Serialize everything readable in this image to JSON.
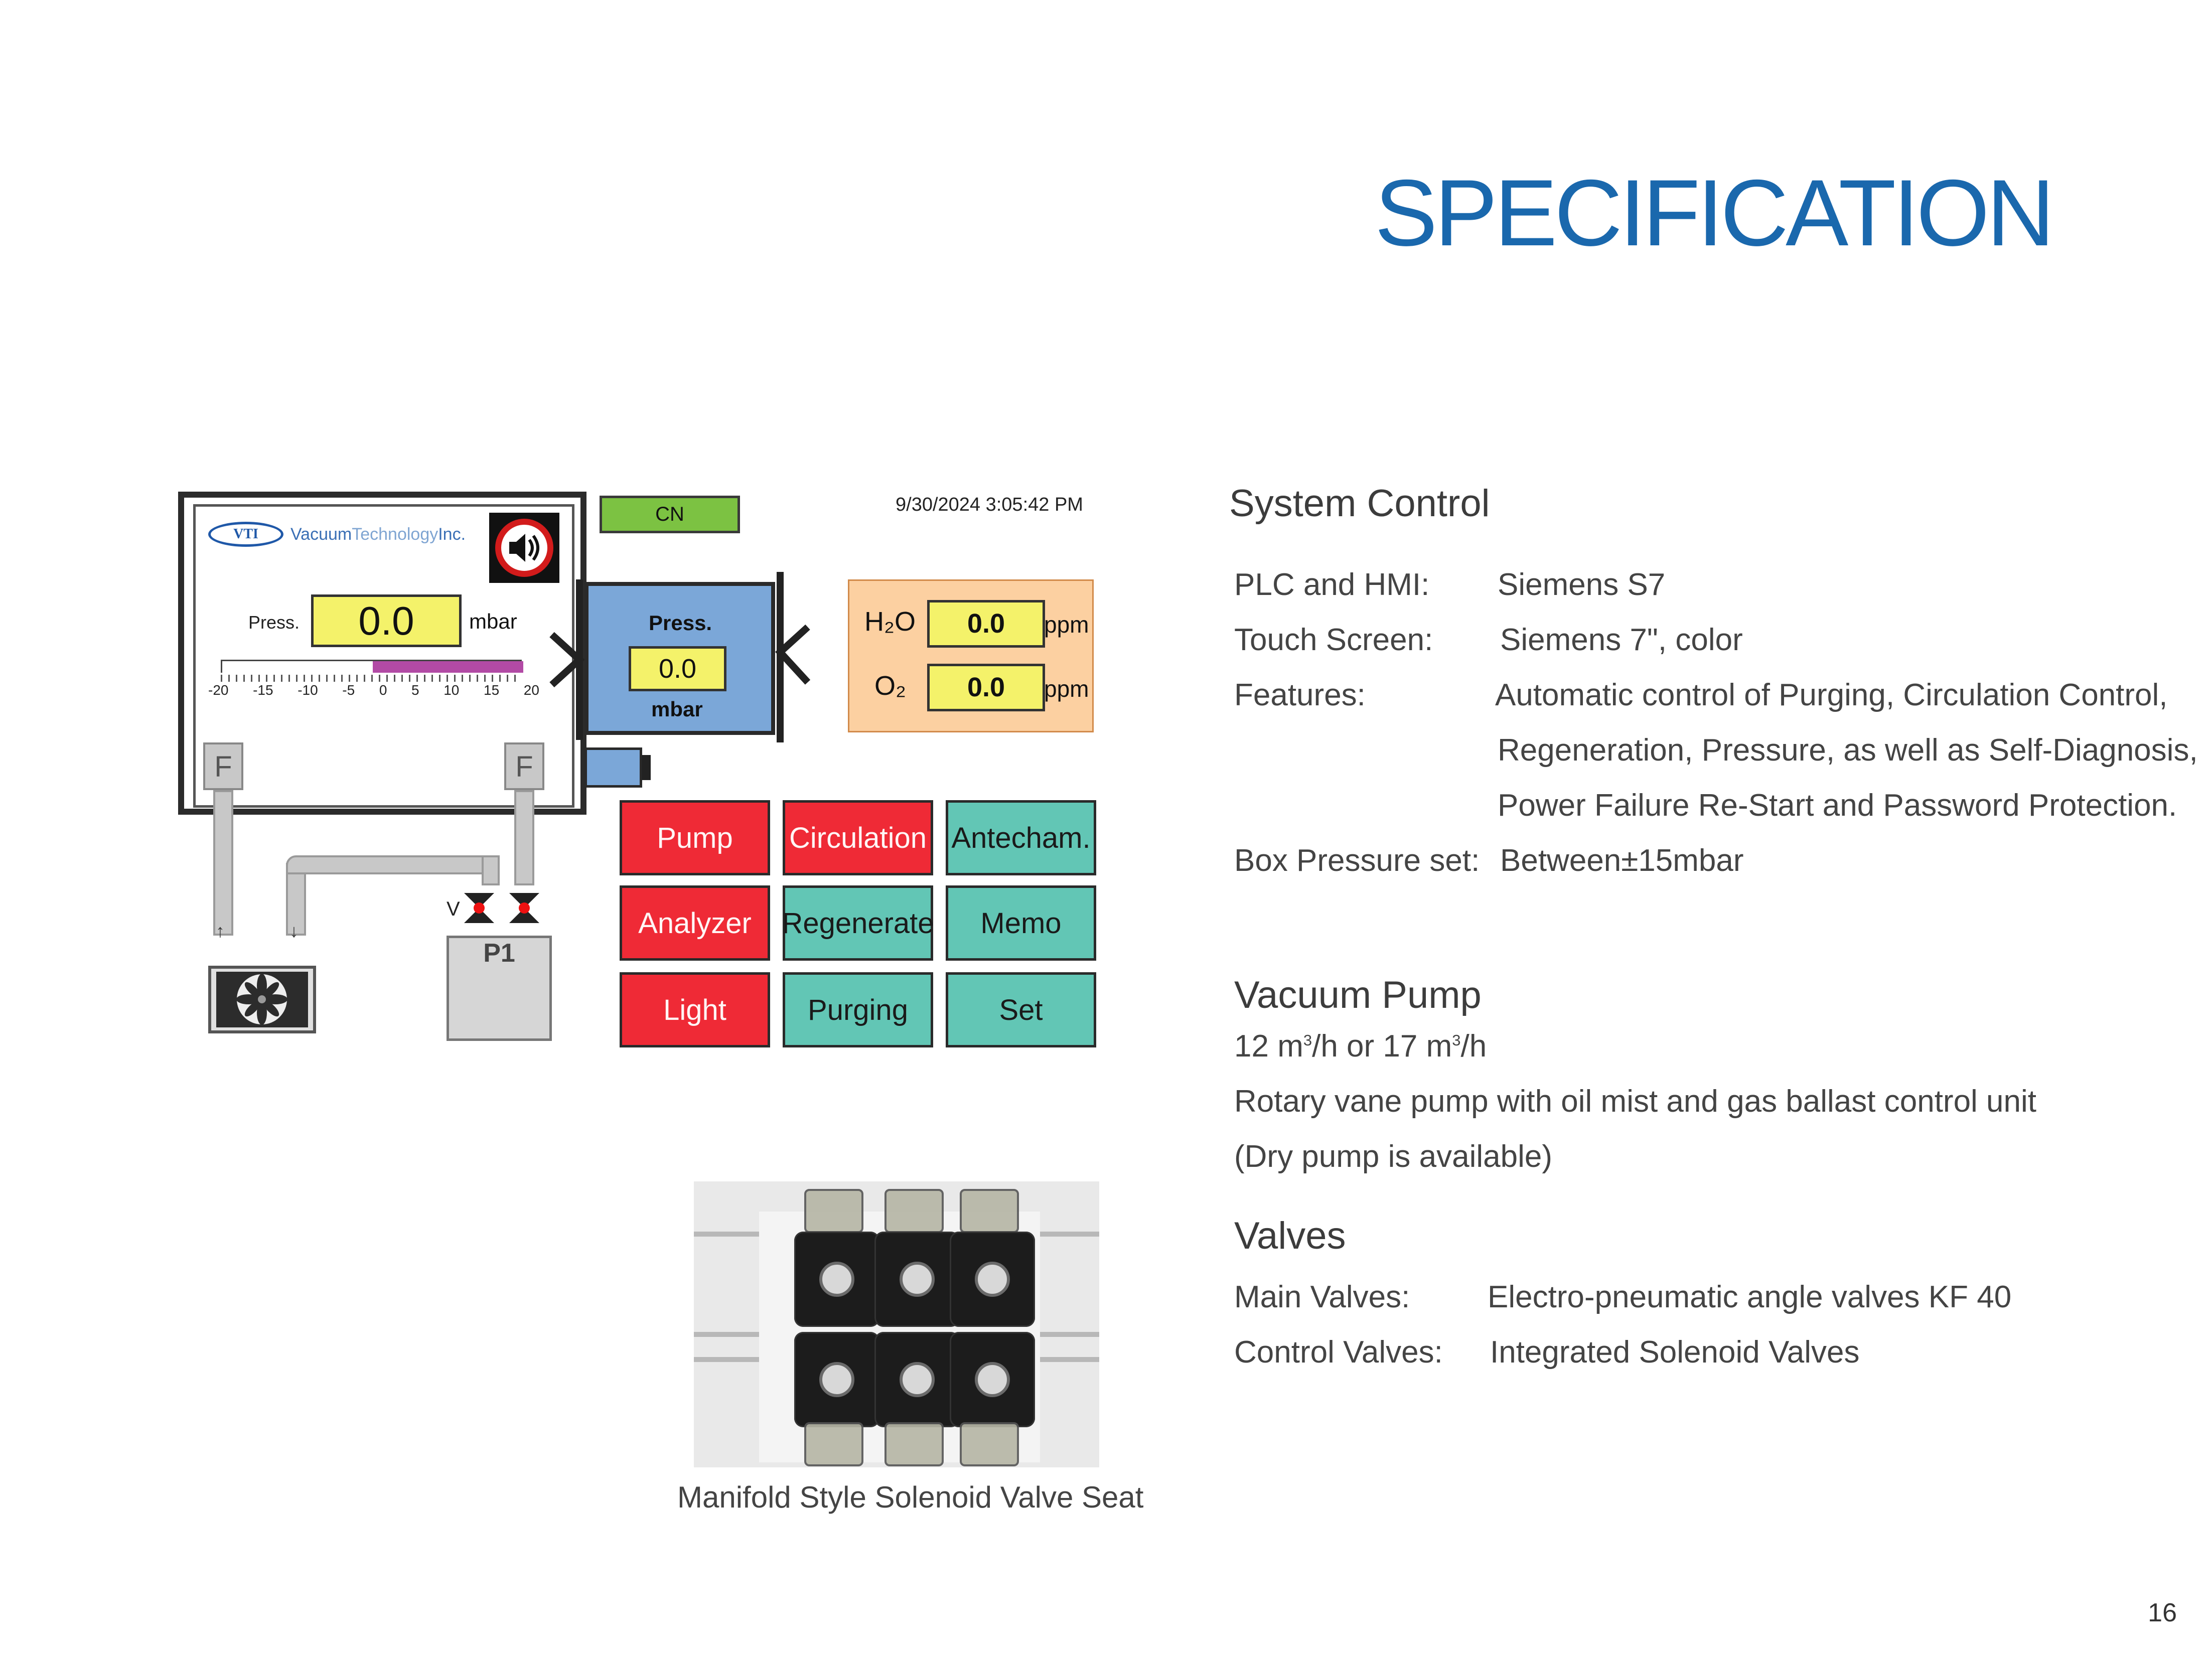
{
  "page": {
    "title": "SPECIFICATION",
    "number": "16"
  },
  "system_control": {
    "heading": "System Control",
    "rows": [
      {
        "label": "PLC and HMI:",
        "value": "Siemens S7"
      },
      {
        "label": "Touch Screen:",
        "value": "Siemens 7\", color"
      },
      {
        "label": "Features:",
        "value": "Automatic control of Purging, Circulation Control,"
      },
      {
        "label": "",
        "value": "Regeneration, Pressure, as well as Self-Diagnosis,"
      },
      {
        "label": "",
        "value": "Power Failure Re-Start and Password Protection."
      },
      {
        "label": "Box Pressure set:",
        "value": "Between±15mbar"
      }
    ]
  },
  "vacuum_pump": {
    "heading": "Vacuum Pump",
    "cap_a": "12 m",
    "cap_a_sup": "3",
    "cap_b": "/h or 17 m",
    "cap_b_sup": "3",
    "cap_c": "/h",
    "line2": "Rotary vane pump with oil mist and gas ballast control unit",
    "line3": "(Dry pump is available)"
  },
  "valves": {
    "heading": "Valves",
    "rows": [
      {
        "label": "Main Valves:",
        "value": "Electro-pneumatic angle valves KF 40"
      },
      {
        "label": "Control Valves:",
        "value": "Integrated Solenoid Valves"
      }
    ]
  },
  "hmi": {
    "language_button": "CN",
    "datetime": "9/30/2024 3:05:42 PM",
    "logo_short": "VTI",
    "logo_name_a": "Vacuum",
    "logo_name_b": "Technology",
    "logo_name_c": "Inc.",
    "box_press_label": "Press.",
    "box_press_value": "0.0",
    "box_press_unit": "mbar",
    "scale_ticks": [
      "-20",
      "-15",
      "-10",
      "-5",
      "0",
      "5",
      "10",
      "15",
      "20"
    ],
    "antechamber_press_label": "Press.",
    "antechamber_press_value": "0.0",
    "antechamber_press_unit": "mbar",
    "h2o_label": "H₂O",
    "h2o_value": "0.0",
    "h2o_unit": "ppm",
    "o2_label": "O₂",
    "o2_value": "0.0",
    "o2_unit": "ppm",
    "filter_label": "F",
    "pump_label": "P1",
    "valve_label": "V",
    "buttons": [
      "Pump",
      "Circulation",
      "Antecham.",
      "Analyzer",
      "Regenerate",
      "Memo",
      "Light",
      "Purging",
      "Set"
    ],
    "colors": {
      "red": "#ef2a36",
      "teal": "#62c6b5",
      "yellow": "#f4f26a",
      "green": "#7cc242",
      "blue": "#7ba7d8",
      "orange": "#fcd0a1",
      "magenta": "#b24aa5"
    }
  },
  "photo_caption": "Manifold Style Solenoid Valve Seat"
}
